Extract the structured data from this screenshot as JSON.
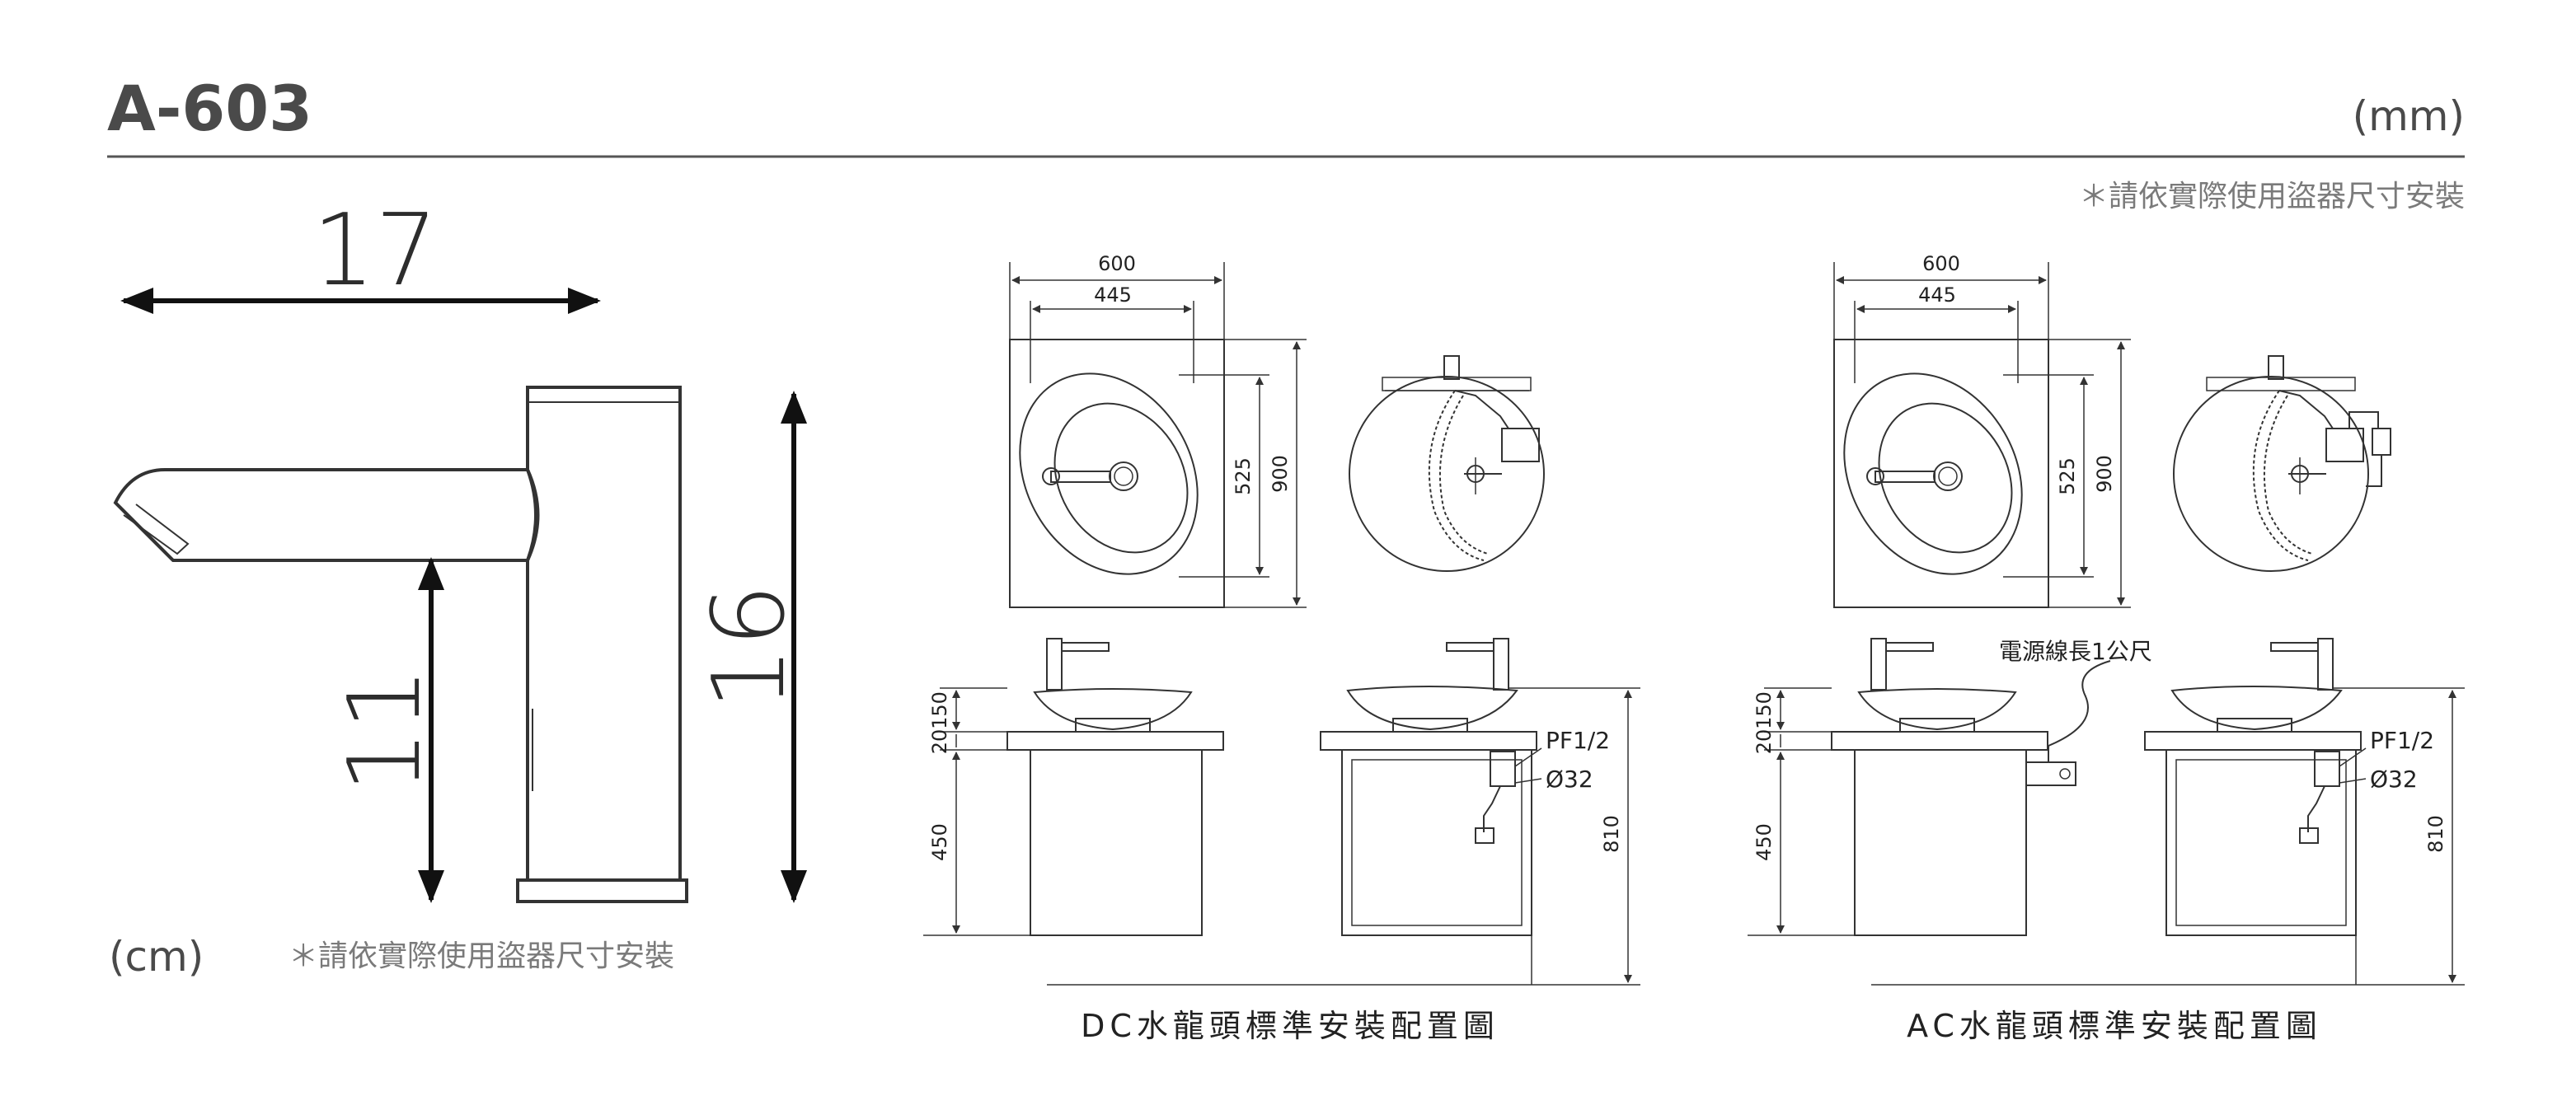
{
  "header": {
    "model": "A-603",
    "unit_mm": "(mm)",
    "note_right": "＊請依實際使用盜器尺寸安裝"
  },
  "faucet": {
    "dim_length": "17",
    "dim_height": "16",
    "dim_spout": "11",
    "unit_cm": "(cm)",
    "note": "＊請依實際使用盜器尺寸安裝"
  },
  "dc": {
    "dim_600": "600",
    "dim_445": "445",
    "dim_525": "525",
    "dim_900": "900",
    "dim_150": "150",
    "dim_20": "20",
    "dim_450": "450",
    "dim_810": "810",
    "pf": "PF1/2",
    "d32": "Ø32",
    "caption": "DC水龍頭標準安裝配置圖"
  },
  "ac": {
    "dim_600": "600",
    "dim_445": "445",
    "dim_525": "525",
    "dim_900": "900",
    "dim_150": "150",
    "dim_20": "20",
    "dim_450": "450",
    "dim_810": "810",
    "pf": "PF1/2",
    "d32": "Ø32",
    "cable": "電源線長1公尺",
    "caption": "AC水龍頭標準安裝配置圖"
  }
}
